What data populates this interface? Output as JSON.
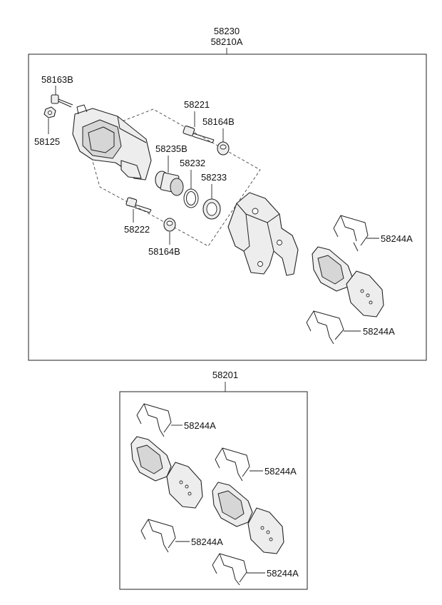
{
  "assemblies": {
    "caliper_assembly": {
      "part_no": "58230",
      "alt_part_no": "58210A"
    },
    "pad_kit": {
      "part_no": "58201"
    }
  },
  "callouts": {
    "bolt_upper": "58163B",
    "washer": "58125",
    "guide_pin_upper": "58221",
    "boot_upper": "58164B",
    "piston": "58235B",
    "piston_seal": "58232",
    "piston_boot": "58233",
    "guide_pin_lower": "58222",
    "boot_lower": "58164B",
    "clip_a1": "58244A",
    "clip_a2": "58244A",
    "kit_clip_1": "58244A",
    "kit_clip_2": "58244A",
    "kit_clip_3": "58244A",
    "kit_clip_4": "58244A"
  }
}
